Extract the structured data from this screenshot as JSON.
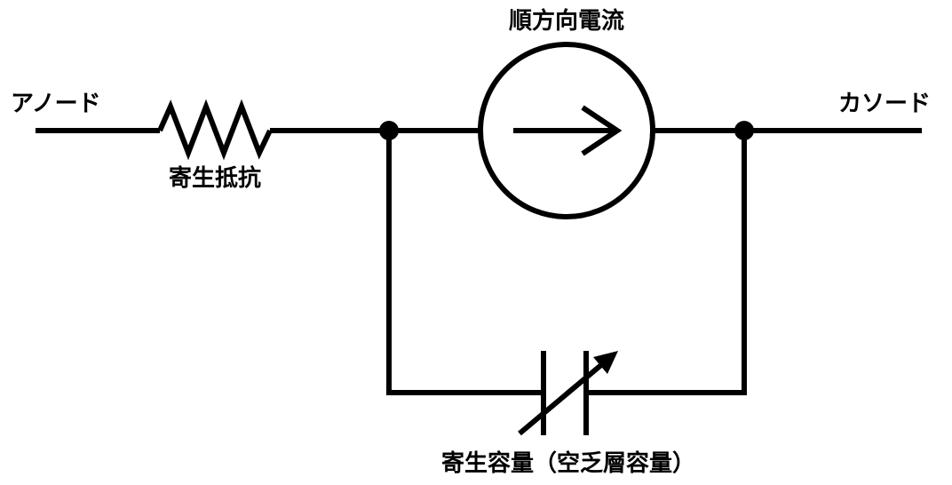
{
  "diagram": {
    "labels": {
      "anode": "アノード",
      "cathode": "カソード",
      "forward_current": "順方向電流",
      "parasitic_resistance": "寄生抵抗",
      "parasitic_capacitance": "寄生容量（空乏層容量）"
    },
    "components": [
      {
        "type": "resistor",
        "name": "寄生抵抗"
      },
      {
        "type": "current-source",
        "name": "順方向電流"
      },
      {
        "type": "variable-capacitor",
        "name": "寄生容量（空乏層容量）"
      }
    ],
    "line_color": "#000000"
  }
}
